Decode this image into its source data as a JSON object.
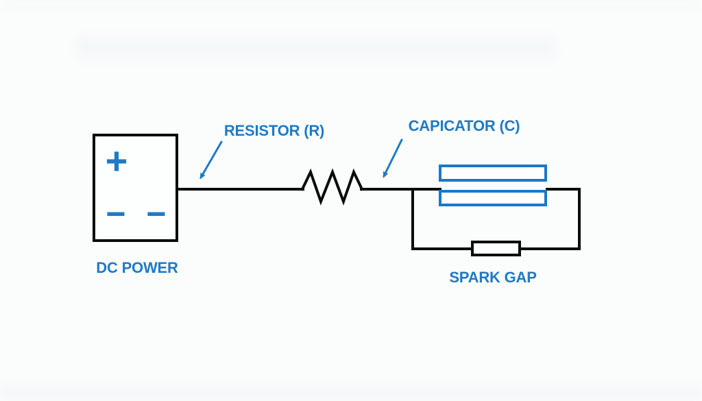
{
  "labels": {
    "dc_power": "DC POWER",
    "resistor": "RESISTOR (R)",
    "capacitor": "CAPICATOR (C)",
    "spark_gap": "SPARK GAP"
  },
  "symbols": {
    "plus": "+",
    "minus_left": "−",
    "minus_right": "−"
  },
  "colors": {
    "label_blue": "#1e7ac6",
    "plate_blue": "#1a78c8",
    "wire_black": "#0b0b0b",
    "background": "#fbfcfc"
  }
}
